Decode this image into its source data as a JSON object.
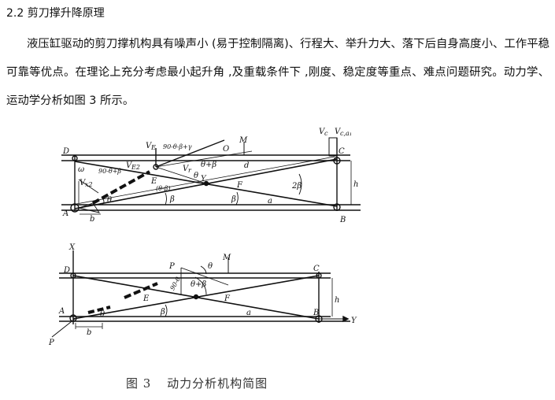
{
  "section": {
    "number": "2.2",
    "title": "剪刀撑升降原理"
  },
  "paragraph": {
    "text": "液压缸驱动的剪刀撑机构具有噪声小 (易于控制隔离)、行程大、举升力大、落下后自身高度小、工作平稳可靠等优点。在理论上充分考虑最小起升角 ,及重载条件下 ,刚度、稳定度等重点、难点问题研究。动力学、运动学分析如图 3 所示。"
  },
  "figure": {
    "label": "图 3",
    "caption": "动力分析机构简图",
    "top_diagram": {
      "points": {
        "A": "A",
        "B": "B",
        "C": "C",
        "D": "D",
        "E": "E",
        "F": "F",
        "O": "O",
        "M": "M",
        "Y": "Y"
      },
      "labels": {
        "ve": "V",
        "ve_sub": "E",
        "angle_top": "90-θ-β+γ",
        "vc": "V",
        "vc_sub": "c",
        "vcrel": "V",
        "vcrel_sub": "c,a₁",
        "ve2": "V",
        "ve2_sub": "E2",
        "vr": "V",
        "vr_sub": "r",
        "theta_beta": "θ+β",
        "d": "d",
        "omega": "ω",
        "angle_mid": "90-θ+β",
        "two_beta": "2β",
        "h": "h",
        "vx": "V",
        "vx_sub": "x2",
        "theta1": "θ",
        "theta2": "θ",
        "beta1": "β",
        "beta2": "β",
        "a": "a",
        "b": "b",
        "rel": "(θ-β)"
      }
    },
    "bottom_diagram": {
      "points": {
        "A": "A",
        "B": "B",
        "C": "C",
        "D": "D",
        "E": "E",
        "F": "F",
        "M": "M",
        "P_top": "P",
        "P_bottom": "P",
        "X": "X",
        "Y": "Y"
      },
      "labels": {
        "theta_top": "θ",
        "theta_beta": "θ+β",
        "angle_slant": "90-θ",
        "beta": "β",
        "a": "a",
        "b": "b",
        "h": "h",
        "theta_left": "θ"
      }
    }
  }
}
